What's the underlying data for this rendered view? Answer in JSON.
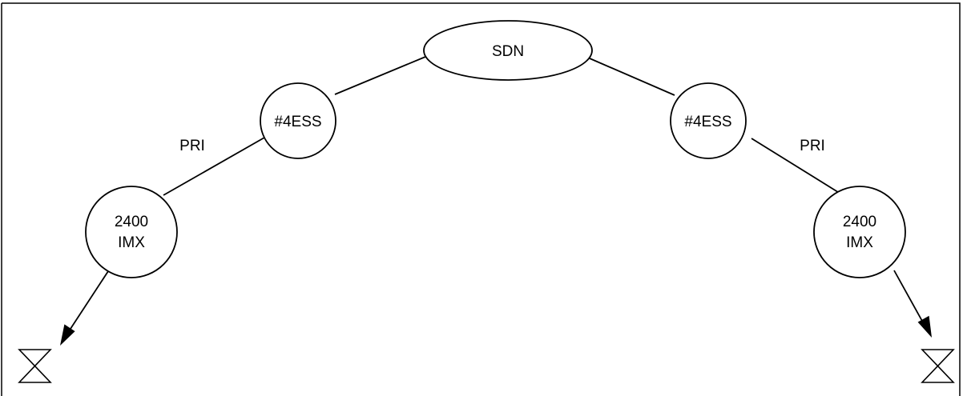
{
  "diagram": {
    "nodes": {
      "sdn": "SDN",
      "ess_left": "#4ESS",
      "ess_right": "#4ESS",
      "imx_left": {
        "line1": "2400",
        "line2": "IMX"
      },
      "imx_right": {
        "line1": "2400",
        "line2": "IMX"
      }
    },
    "links": {
      "pri_left": "PRI",
      "pri_right": "PRI"
    },
    "terminals": {
      "left": "hourglass-icon",
      "right": "hourglass-icon"
    },
    "colors": {
      "stroke": "#000000",
      "background": "#ffffff"
    }
  }
}
